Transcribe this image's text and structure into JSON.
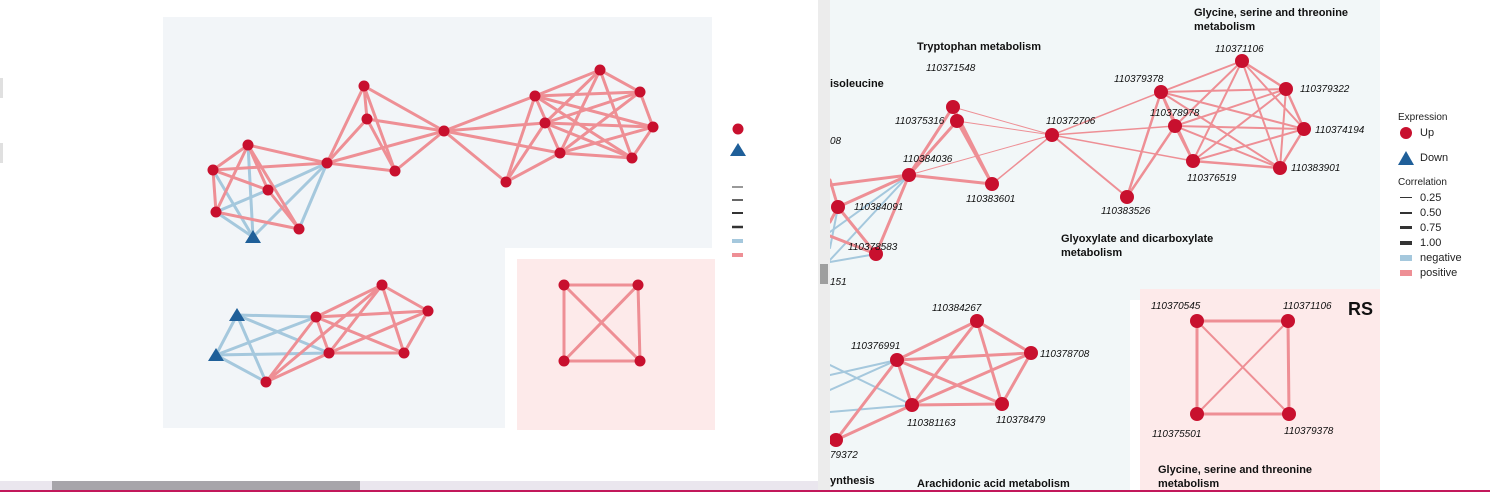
{
  "right": {
    "pathways": [
      "Tryptophan metabolism",
      "isoleucine",
      "Glycine, serine and threonine",
      "metabolism",
      "Glyoxylate and dicarboxylate",
      "metabolism",
      "ynthesis",
      "Arachidonic acid metabolism",
      "Glycine, serine and threonine",
      "metabolism"
    ],
    "panel_label": "RS",
    "nodes": [
      "110371548",
      "110375316",
      "110384036",
      "110383601",
      "110372706",
      "110379378",
      "110371106",
      "110379322",
      "110378978",
      "110374194",
      "110376519",
      "110383901",
      "110383526",
      "08",
      "110384091",
      "110378583",
      "151",
      "110384267",
      "110376991",
      "110378708",
      "110381163",
      "110378479",
      "79372",
      "110370545",
      "110371106",
      "110375501",
      "110379378"
    ]
  },
  "legend": {
    "expression_title": "Expression",
    "up": "Up",
    "down": "Down",
    "correlation_title": "Correlation",
    "c1": "0.25",
    "c2": "0.50",
    "c3": "0.75",
    "c4": "1.00",
    "neg": "negative",
    "pos": "positive"
  },
  "colors": {
    "up": "#c8102e",
    "down": "#1f5f99",
    "positive": "#ee8f95",
    "negative": "#a5c8dd",
    "panel_bg": "#f2f5f8",
    "rs_bg": "#fdeaea"
  }
}
